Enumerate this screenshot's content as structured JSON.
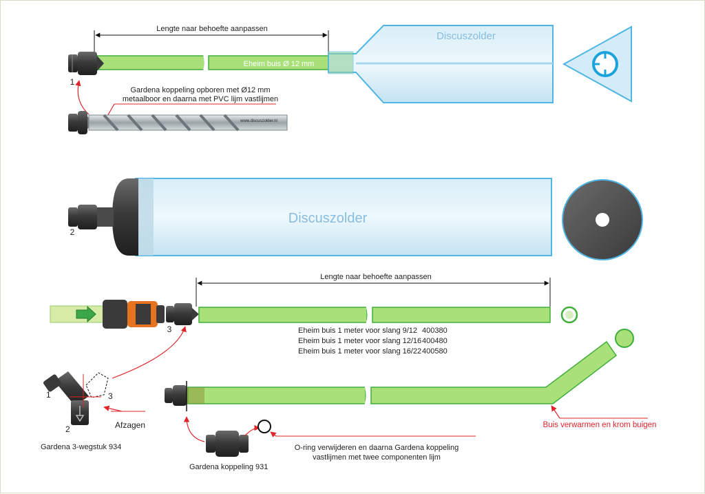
{
  "colors": {
    "tube_green": "#a9e07a",
    "tube_green_edge": "#3fae3a",
    "glass": "#cce8f4",
    "glass_edge": "#4fb6e3",
    "coupling_dark": "#3c3c3c",
    "orange": "#e8731e",
    "red_line": "#e0252a"
  },
  "icons": [
    "gardena-coupling-icon",
    "drill-bit-icon",
    "arrow-right-icon",
    "o-ring-icon",
    "three-way-connector-icon"
  ],
  "section1": {
    "dimension_label": "Lengte naar behoefte aanpassen",
    "tube_label": "Eheim buis Ø 12 mm",
    "watermark": "Discuszolder",
    "number": "1",
    "drill_note_line1": "Gardena koppeling opboren met Ø12 mm",
    "drill_note_line2": "metaalboor en daarna met PVC lijm vastlijmen",
    "drill_engraving": "www.discuszolder.nl"
  },
  "section2": {
    "watermark": "Discuszolder",
    "number": "2"
  },
  "section3": {
    "dimension_label": "Lengte naar behoefte aanpassen",
    "number": "3",
    "tube_specs": [
      {
        "text": "Eheim buis 1 meter voor slang 9/12",
        "code": "400380"
      },
      {
        "text": "Eheim buis 1 meter voor slang 12/16",
        "code": "400480"
      },
      {
        "text": "Eheim buis 1 meter voor slang 16/22",
        "code": "400580"
      }
    ],
    "bend_note": "Buis verwarmen en krom buigen",
    "three_way": {
      "numbers": [
        "1",
        "2",
        "3"
      ],
      "cut_label": "Afzagen",
      "caption": "Gardena 3-wegstuk  934"
    },
    "coupling_caption": "Gardena koppeling  931",
    "oring_note_line1": "O-ring verwijderen en daarna Gardena koppeling",
    "oring_note_line2": "vastlijmen met twee componenten lijm"
  }
}
